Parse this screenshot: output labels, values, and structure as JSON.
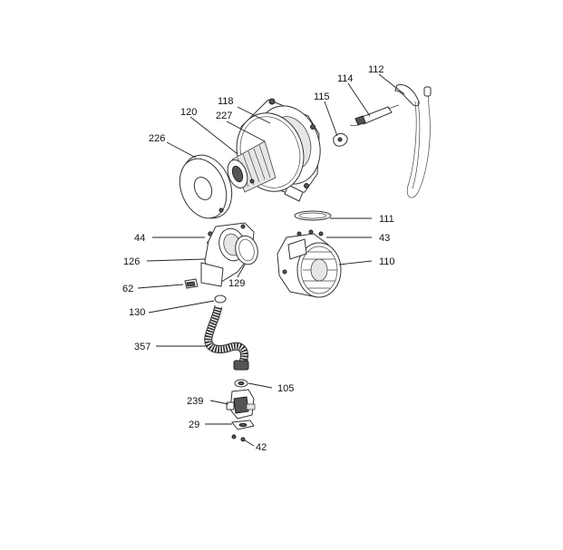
{
  "diagram": {
    "type": "exploded-parts-view",
    "callouts": {
      "p112": "112",
      "p114": "114",
      "p115": "115",
      "p118": "118",
      "p120": "120",
      "p227": "227",
      "p226": "226",
      "p111": "111",
      "p43": "43",
      "p44": "44",
      "p110": "110",
      "p126": "126",
      "p129": "129",
      "p62": "62",
      "p130": "130",
      "p357": "357",
      "p105": "105",
      "p239": "239",
      "p29": "29",
      "p42": "42"
    }
  }
}
